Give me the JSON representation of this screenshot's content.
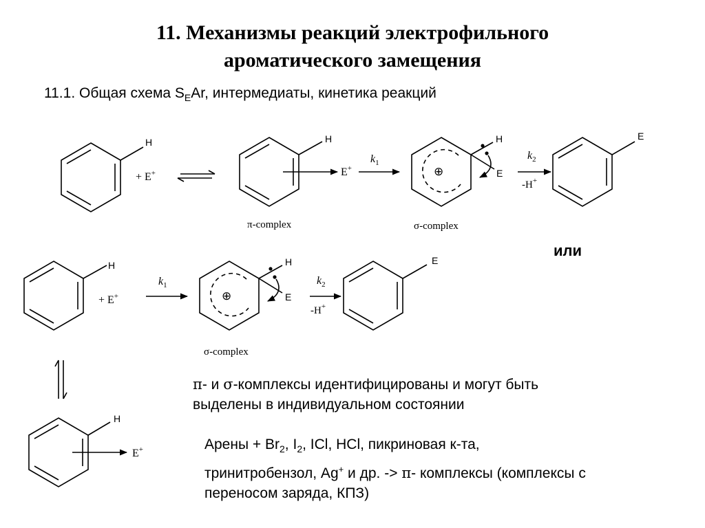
{
  "slide": {
    "title_line1": "11. Механизмы реакций электрофильного",
    "title_line2": "ароматического замещения",
    "subtitle_pre": "11.1. Общая схема S",
    "subtitle_sub": "E",
    "subtitle_post": "Ar, интермедиаты, кинетика реакций",
    "or_label": "или"
  },
  "scheme": {
    "H": "H",
    "E": "E",
    "plus_E_plus": "+  E",
    "E_plus": "E",
    "plus_sup": "+",
    "k": "k",
    "sub1": "1",
    "sub2": "2",
    "minus_H": "-H",
    "pi_complex": "π-complex",
    "sigma_complex": "σ-complex",
    "circled_plus": "⊕"
  },
  "notes": {
    "line1_a": "π",
    "line1_b": "-  и ",
    "line1_c": "σ",
    "line1_d": "-комплексы идентифицированы и могут быть",
    "line2": "выделены в индивидуальном состоянии",
    "p2_a": "Арены + Br",
    "p2_b": "2",
    "p2_c": ", I",
    "p2_d": "2",
    "p2_e": ", ICl, HCl, пикриновая к-та,",
    "p2_f": "тринитробензол, Ag",
    "p2_g": "+",
    "p2_h": " и др. -> ",
    "p2_i": "π",
    "p2_j": "- комплексы  (комплексы с",
    "p2_k": "переносом заряда, КПЗ)"
  }
}
